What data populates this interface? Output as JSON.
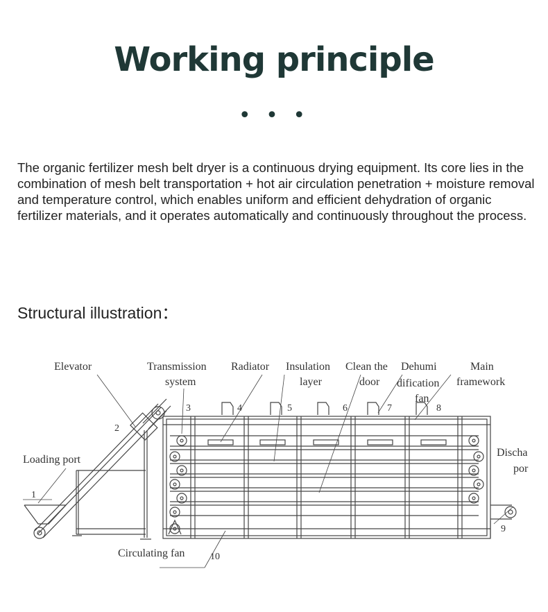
{
  "header": {
    "title": "Working principle",
    "dots": "• • •"
  },
  "intro": {
    "text": "The organic fertilizer mesh belt dryer is a continuous drying equipment. Its core lies in the combination of mesh belt transportation + hot air circulation penetration + moisture removal and temperature control, which enables uniform and efficient dehydration of organic fertilizer materials, and it operates automatically and continuously throughout the process."
  },
  "section": {
    "title": "Structural illustration："
  },
  "diagram": {
    "labels": {
      "elevator": "Elevator",
      "transmission_1": "Transmission",
      "transmission_2": "system",
      "radiator": "Radiator",
      "insulation_1": "Insulation",
      "insulation_2": "layer",
      "clean_1": "Clean the",
      "clean_2": "door",
      "dehumi_1": "Dehumi",
      "dehumi_2": "dification",
      "dehumi_3": "fan",
      "main_1": "Main",
      "main_2": "framework",
      "loading": "Loading port",
      "discha_1": "Discha",
      "discha_2": "por",
      "circulating": "Circulating fan"
    },
    "numbers": [
      "1",
      "2",
      "3",
      "4",
      "5",
      "6",
      "7",
      "8",
      "9",
      "10"
    ]
  }
}
